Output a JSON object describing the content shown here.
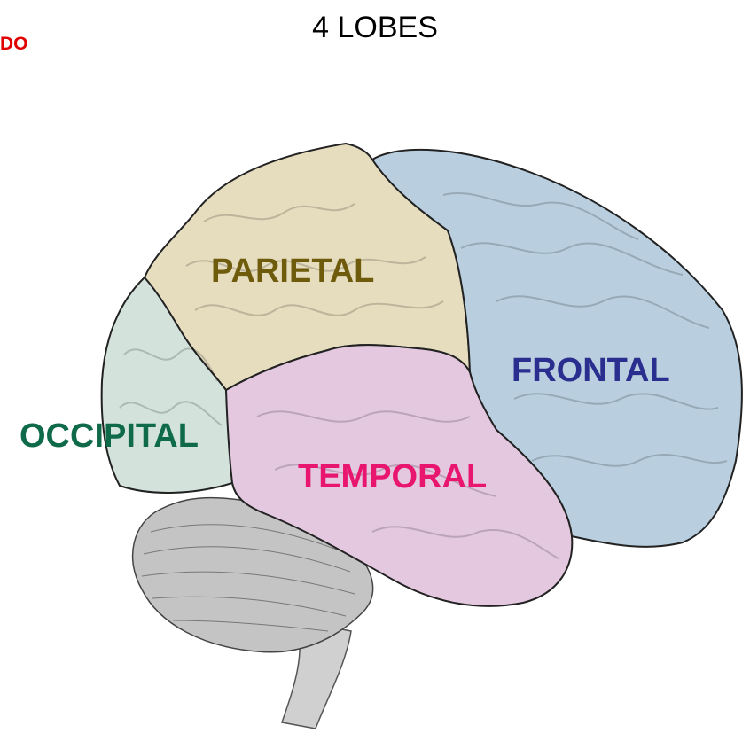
{
  "title": "4 LOBES",
  "corner_text": "DO",
  "lobes": [
    {
      "id": "parietal",
      "label": "PARIETAL",
      "label_color": "#6e5c0c",
      "fill": "#e6ddbf"
    },
    {
      "id": "frontal",
      "label": "FRONTAL",
      "label_color": "#2a2f8f",
      "fill": "#b9cfdf"
    },
    {
      "id": "occipital",
      "label": "OCCIPITAL",
      "label_color": "#0f6a4a",
      "fill": "#d3e3dc"
    },
    {
      "id": "temporal",
      "label": "TEMPORAL",
      "label_color": "#e8166e",
      "fill": "#e4c8e0"
    }
  ],
  "cerebellum_fill": "#c4c4c4",
  "brainstem_fill": "#d0d0d0"
}
